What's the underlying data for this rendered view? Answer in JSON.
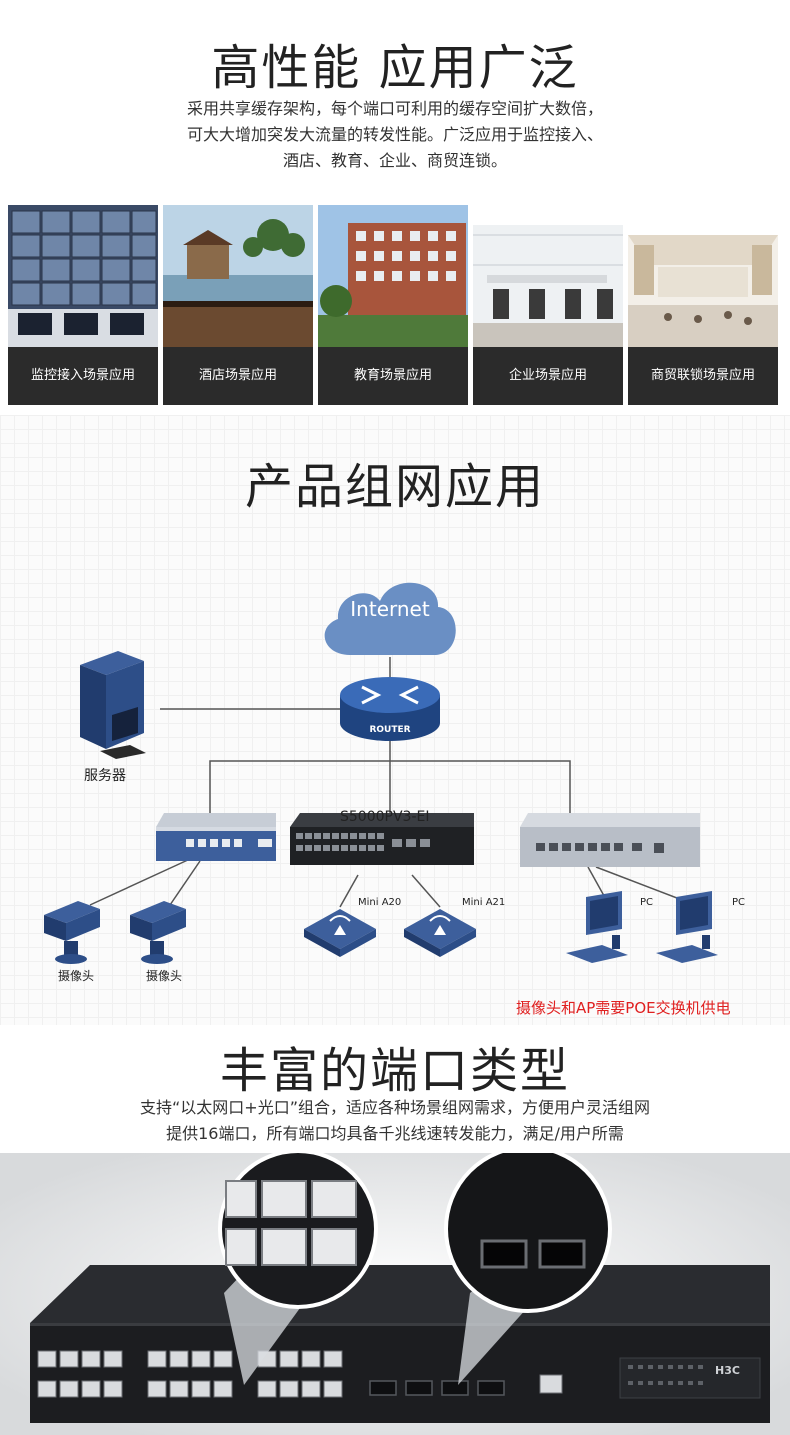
{
  "section1": {
    "title": "高性能 应用广泛",
    "lines": [
      "采用共享缓存架构，每个端口可利用的缓存空间扩大数倍，",
      "可大大增加突发大流量的转发性能。广泛应用于监控接入、",
      "酒店、教育、企业、商贸连锁。"
    ],
    "scenes": [
      {
        "caption": "监控接入场景应用"
      },
      {
        "caption": "酒店场景应用"
      },
      {
        "caption": "教育场景应用"
      },
      {
        "caption": "企业场景应用"
      },
      {
        "caption": "商贸联锁场景应用"
      }
    ]
  },
  "section2": {
    "title": "产品组网应用",
    "internet": "Internet",
    "router": "ROUTER",
    "server": "服务器",
    "switch_model": "S5000PV3-EI",
    "ap1": "Mini A20",
    "ap2": "Mini A21",
    "camera1": "摄像头",
    "camera2": "摄像头",
    "pc1": "PC",
    "pc2": "PC",
    "note": "摄像头和AP需要POE交换机供电"
  },
  "section3": {
    "title": "丰富的端口类型",
    "line1": "支持“以太网口+光口”组合，适应各种场景组网需求，方便用户灵活组网",
    "line2": "提供16端口，所有端口均具备千兆线速转发能力，满足/用户所需",
    "brand": "H3C"
  },
  "colors": {
    "caption_bg": "#2b2b2b",
    "note_red": "#e02020",
    "cloud_blue": "#6a8fc4",
    "router_blue": "#2f5b9f",
    "switch_black": "#1f2124"
  }
}
